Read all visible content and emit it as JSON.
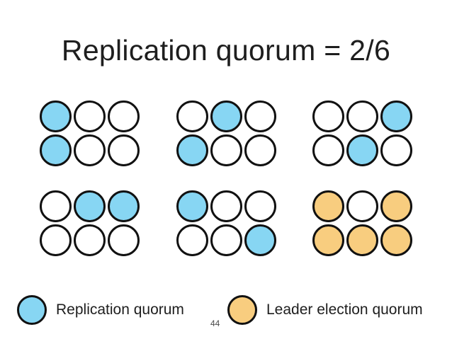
{
  "slide": {
    "title": "Replication quorum = 2/6",
    "page_number": "44"
  },
  "colors": {
    "replication": "#87D6F3",
    "leader": "#F8CD7F",
    "empty": "#FFFFFF",
    "outline": "#111111"
  },
  "legend": {
    "items": [
      {
        "label": "Replication quorum",
        "color_key": "replication"
      },
      {
        "label": "Leader election quorum",
        "color_key": "leader"
      }
    ]
  },
  "node_groups": [
    {
      "id": "top-left",
      "rows": [
        [
          "replication",
          "empty",
          "empty"
        ],
        [
          "replication",
          "empty",
          "empty"
        ]
      ]
    },
    {
      "id": "top-middle",
      "rows": [
        [
          "empty",
          "replication",
          "empty"
        ],
        [
          "replication",
          "empty",
          "empty"
        ]
      ]
    },
    {
      "id": "top-right",
      "rows": [
        [
          "empty",
          "empty",
          "replication"
        ],
        [
          "empty",
          "replication",
          "empty"
        ]
      ]
    },
    {
      "id": "bottom-left",
      "rows": [
        [
          "empty",
          "replication",
          "replication"
        ],
        [
          "empty",
          "empty",
          "empty"
        ]
      ]
    },
    {
      "id": "bottom-middle",
      "rows": [
        [
          "replication",
          "empty",
          "empty"
        ],
        [
          "empty",
          "empty",
          "replication"
        ]
      ]
    },
    {
      "id": "bottom-right",
      "rows": [
        [
          "leader",
          "empty",
          "leader"
        ],
        [
          "leader",
          "leader",
          "leader"
        ]
      ]
    }
  ]
}
